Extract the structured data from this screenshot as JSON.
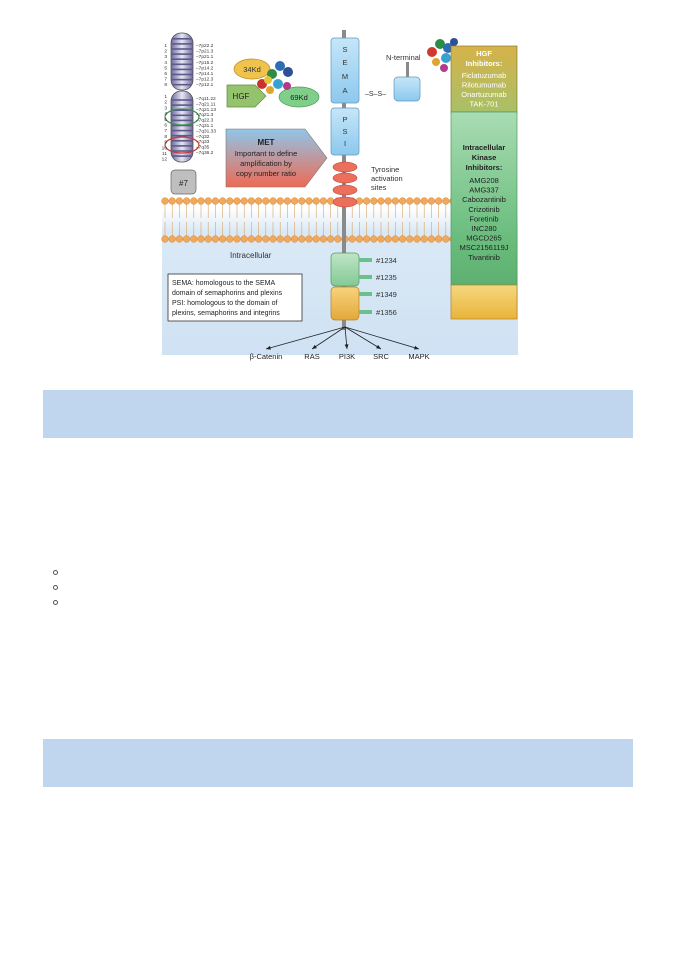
{
  "figure": {
    "chromosome": {
      "band_labels": [
        "7p22.2",
        "7p21.3",
        "7p21.1",
        "7p15.2",
        "7p14.2",
        "7p14.1",
        "7p12.3",
        "7p12.1",
        "7q11.22",
        "7q21.11",
        "7q21.13",
        "7q21.3",
        "7q22.3",
        "7q31.1",
        "7q31.33",
        "7q32",
        "7q33",
        "7q35",
        "7q36.2"
      ],
      "band_numbers": [
        "1",
        "2",
        "3",
        "4",
        "5",
        "6",
        "7",
        "8",
        "1",
        "2",
        "3",
        "4",
        "5",
        "6",
        "7",
        "8",
        "9",
        "10",
        "11",
        "12"
      ],
      "name": "#7"
    },
    "hgf": {
      "label": "HGF",
      "alpha": "34Kd",
      "beta": "69Kd"
    },
    "met_box": {
      "title": "MET",
      "text_lines": [
        "Important to define",
        "amplification by",
        "copy number ratio"
      ]
    },
    "receptor": {
      "sema": [
        "S",
        "E",
        "M",
        "A"
      ],
      "psi": [
        "P",
        "S",
        "I"
      ],
      "disulfide": "–S–S–",
      "n_terminal": "N-terminal",
      "tyrosine_lines": [
        "Tyrosine",
        "activation",
        "sites"
      ],
      "sites": [
        "#1234",
        "#1235",
        "#1349",
        "#1356"
      ]
    },
    "intracellular_label": "Intracellular",
    "legend_lines": [
      "SEMA: homologous to the SEMA",
      "domain of semaphorins and plexins",
      "PSI: homologous to the domain of",
      "plexins, semaphorins and integrins"
    ],
    "pathways": [
      "β-Catenin",
      "RAS",
      "PI3K",
      "SRC",
      "MAPK"
    ],
    "hgf_inhibitors": {
      "title_lines": [
        "HGF",
        "Inhibitors:"
      ],
      "items": [
        "Ficlatuzumab",
        "Rilotumumab",
        "Onartuzumab",
        "TAK-701"
      ]
    },
    "kinase_inhibitors": {
      "title_lines": [
        "Intracellular",
        "Kinase",
        "Inhibitors:"
      ],
      "items": [
        "AMG208",
        "AMG337",
        "Cabozantinib",
        "Crizotinib",
        "Foretinib",
        "INC280",
        "MGCD265",
        "MSC2156119J",
        "Tivantinib"
      ]
    }
  },
  "colors": {
    "band": "#c0d6ee",
    "hgf_panel": "#d9b64e",
    "kinase_panel": "#7cc48a",
    "membrane_head": "#f1a85a",
    "receptor_blue": "#a8d4f0",
    "tyrosine_red": "#ea6b5a",
    "site_green": "#6cc08d",
    "juxta_gold": "#f2c453"
  },
  "list_bullets": [
    "",
    "",
    ""
  ]
}
